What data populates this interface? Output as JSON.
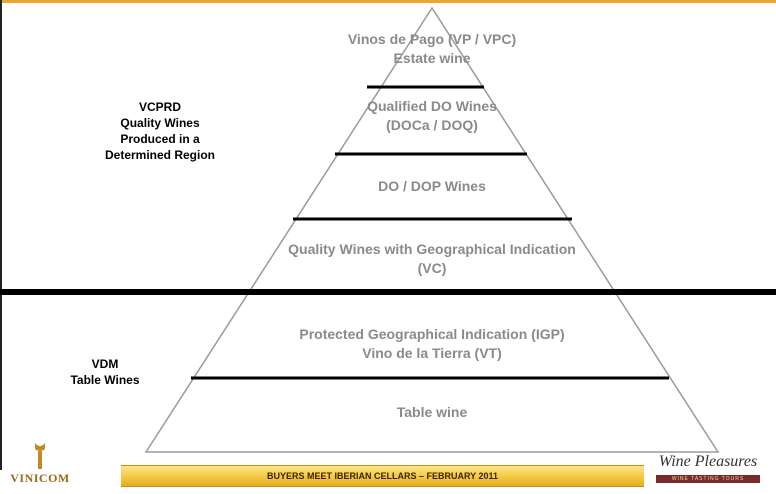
{
  "pyramid": {
    "tiers": [
      {
        "lines": [
          "Vinos de Pago (VP / VPC)",
          "Estate wine"
        ]
      },
      {
        "lines": [
          "Qualified DO Wines",
          "(DOCa / DOQ)"
        ]
      },
      {
        "lines": [
          "DO / DOP Wines"
        ]
      },
      {
        "lines": [
          "Quality Wines with Geographical Indication",
          "(VC)"
        ]
      },
      {
        "lines": [
          "Protected Geographical Indication (IGP)",
          "Vino de la Tierra (VT)"
        ]
      },
      {
        "lines": [
          "Table wine"
        ]
      }
    ]
  },
  "side_labels": {
    "vcprd": [
      "VCPRD",
      "Quality Wines",
      "Produced in a",
      "Determined Region"
    ],
    "vdm": [
      "VDM",
      "Table Wines"
    ]
  },
  "footer": {
    "left_logo_text": "VINICOM",
    "banner_text": "BUYERS MEET IBERIAN CELLARS – FEBRUARY 2011",
    "right_logo_text": "Wine Pleasures",
    "right_logo_tagline": "WINE TASTING TOURS"
  }
}
